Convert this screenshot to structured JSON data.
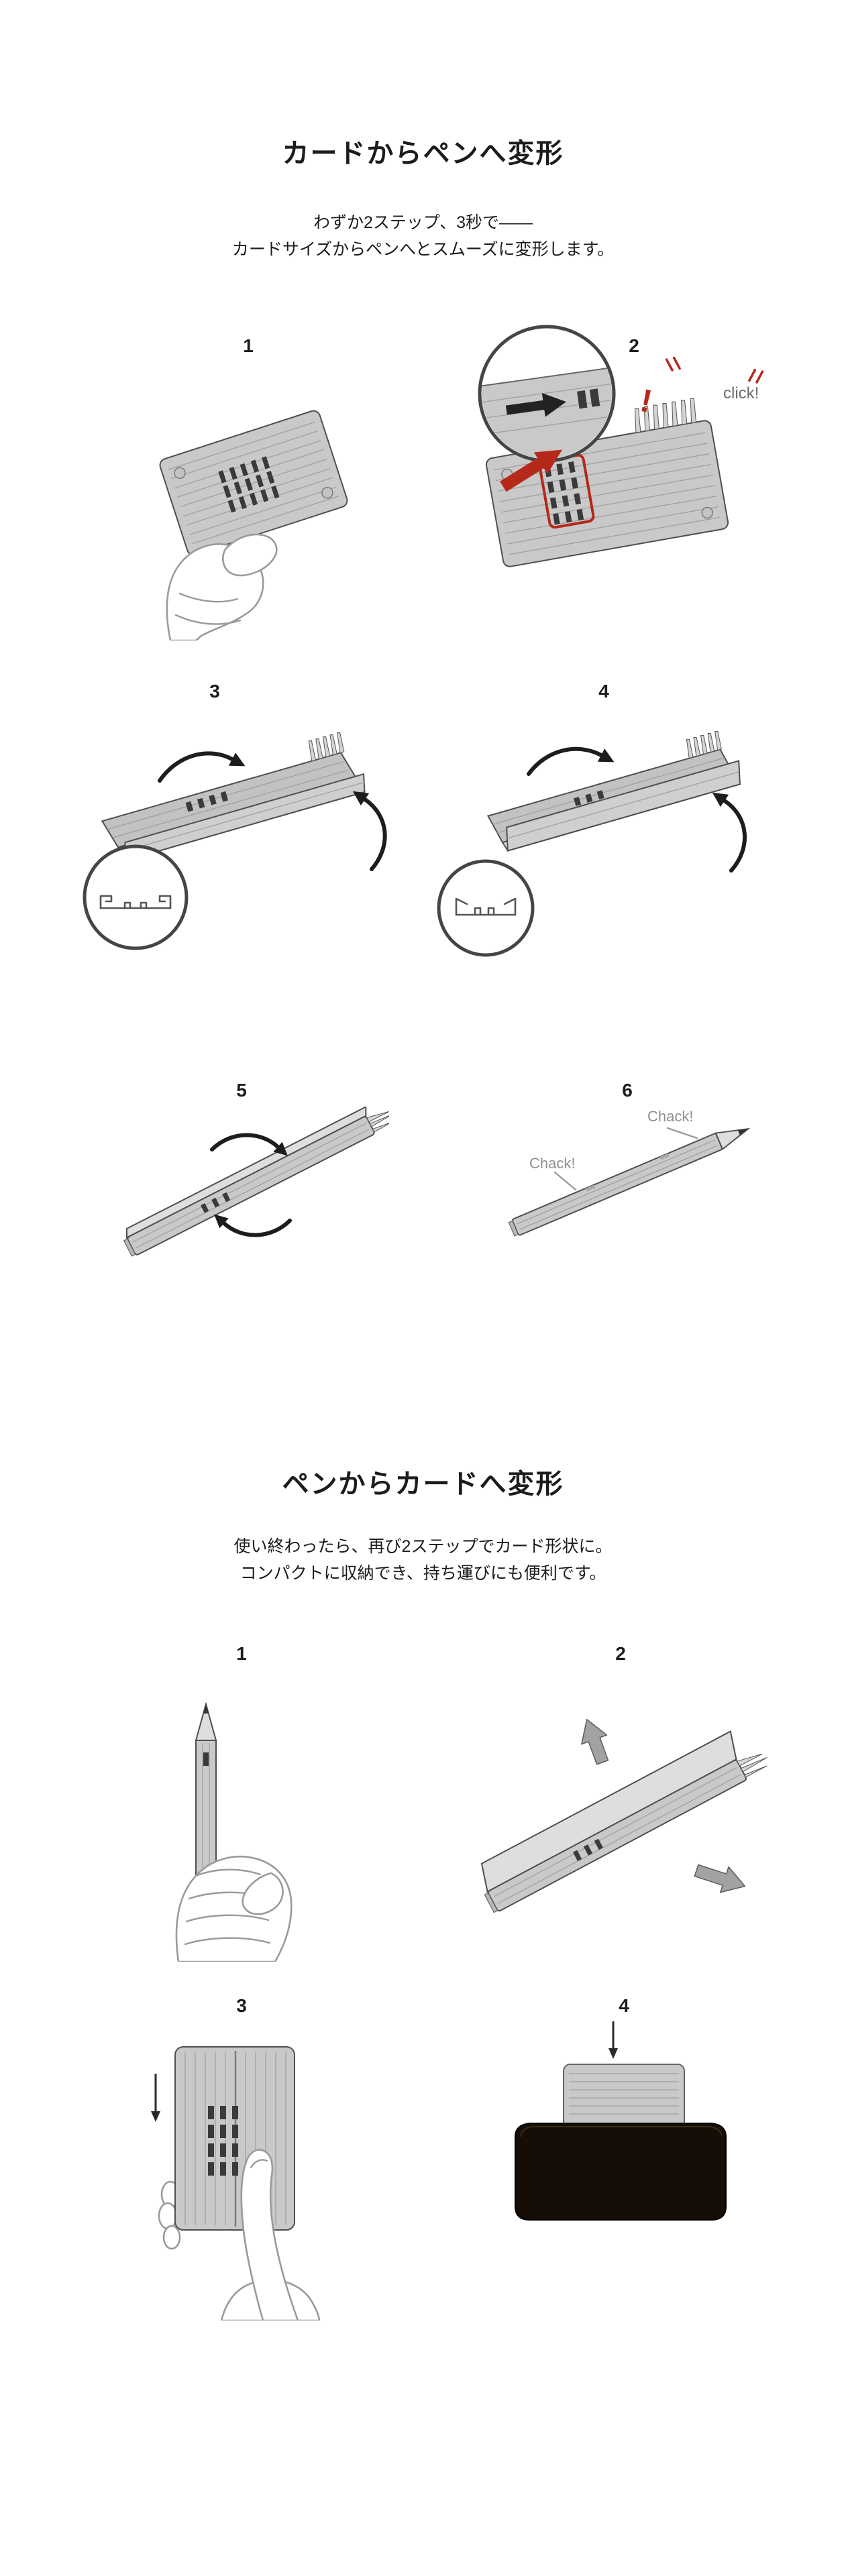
{
  "page": {
    "background": "#ffffff"
  },
  "card_to_pen": {
    "title": "カードからペンへ変形",
    "subtitle_line1": "わずか2ステップ、3秒で——",
    "subtitle_line2": "カードサイズからペンへとスムーズに変形します。",
    "steps": [
      {
        "number": "1"
      },
      {
        "number": "2"
      },
      {
        "number": "3"
      },
      {
        "number": "4"
      },
      {
        "number": "5"
      },
      {
        "number": "6"
      }
    ],
    "callouts": {
      "click": "click!",
      "alert": "!",
      "chack_right": "Chack!",
      "chack_left": "Chack!"
    }
  },
  "pen_to_card": {
    "title": "ペンからカードへ変形",
    "subtitle_line1": "使い終わったら、再び2ステップでカード形状に。",
    "subtitle_line2": "コンパクトに収納でき、持ち運びにも便利です。",
    "steps": [
      {
        "number": "1"
      },
      {
        "number": "2"
      },
      {
        "number": "3"
      },
      {
        "number": "4"
      }
    ]
  },
  "colors": {
    "accent_red": "#b5281a",
    "card_gray": "#c9c9c9",
    "outline_gray": "#4f4f4f",
    "hand_line": "#9a9a9a",
    "callout_gray": "#8f8f8f",
    "wallet_black": "#150d06"
  }
}
